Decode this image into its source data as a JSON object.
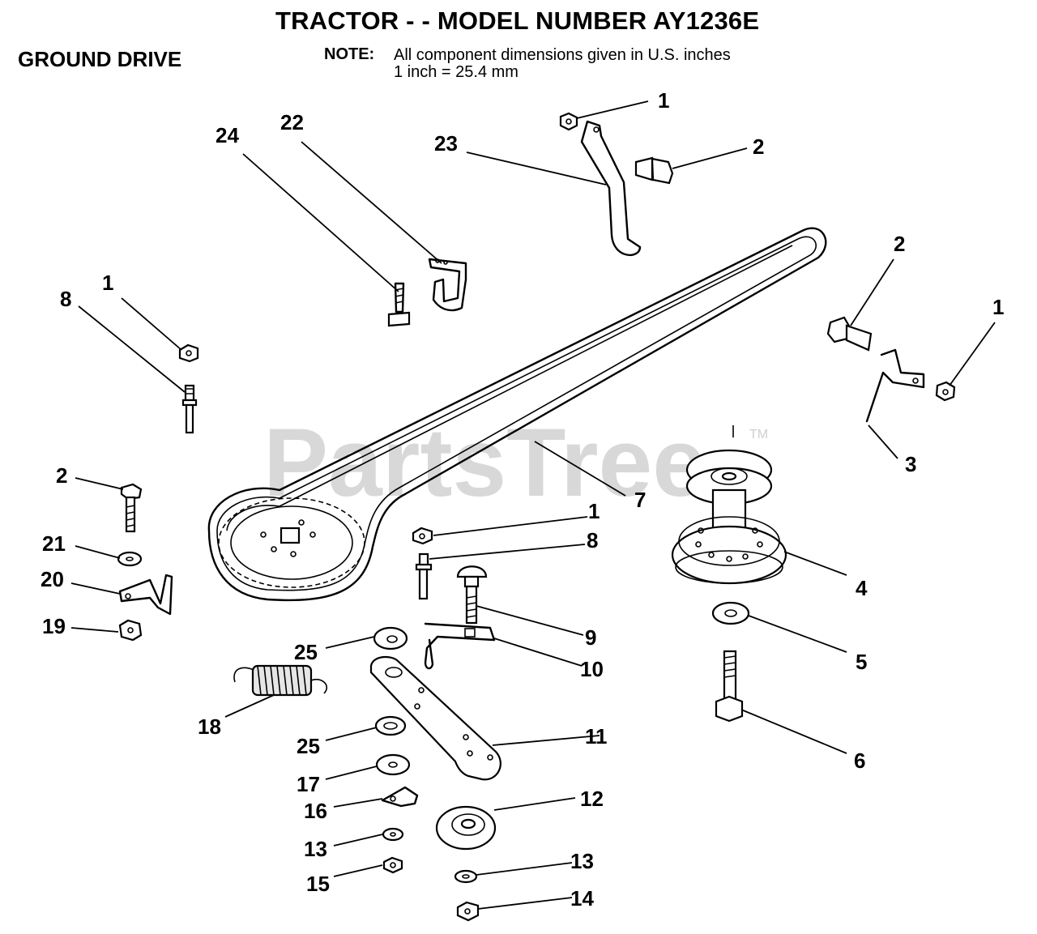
{
  "header": {
    "title": "TRACTOR - - MODEL NUMBER AY1236E",
    "section": "GROUND DRIVE",
    "note_label": "NOTE:",
    "note_line_1": "All component dimensions given in U.S. inches",
    "note_line_2": "1 inch = 25.4 mm"
  },
  "watermark": {
    "text": "PartsTree",
    "tm": "TM"
  },
  "callouts": [
    {
      "id": "c-1a",
      "label": "1"
    },
    {
      "id": "c-2a",
      "label": "2"
    },
    {
      "id": "c-23",
      "label": "23"
    },
    {
      "id": "c-22",
      "label": "22"
    },
    {
      "id": "c-24",
      "label": "24"
    },
    {
      "id": "c-2b",
      "label": "2"
    },
    {
      "id": "c-1b",
      "label": "1"
    },
    {
      "id": "c-1c",
      "label": "1"
    },
    {
      "id": "c-8a",
      "label": "8"
    },
    {
      "id": "c-3",
      "label": "3"
    },
    {
      "id": "c-7",
      "label": "7"
    },
    {
      "id": "c-2c",
      "label": "2"
    },
    {
      "id": "c-1d",
      "label": "1"
    },
    {
      "id": "c-8b",
      "label": "8"
    },
    {
      "id": "c-21",
      "label": "21"
    },
    {
      "id": "c-4",
      "label": "4"
    },
    {
      "id": "c-20",
      "label": "20"
    },
    {
      "id": "c-9",
      "label": "9"
    },
    {
      "id": "c-19",
      "label": "19"
    },
    {
      "id": "c-25a",
      "label": "25"
    },
    {
      "id": "c-10",
      "label": "10"
    },
    {
      "id": "c-5",
      "label": "5"
    },
    {
      "id": "c-18",
      "label": "18"
    },
    {
      "id": "c-11",
      "label": "11"
    },
    {
      "id": "c-6",
      "label": "6"
    },
    {
      "id": "c-25b",
      "label": "25"
    },
    {
      "id": "c-17",
      "label": "17"
    },
    {
      "id": "c-12",
      "label": "12"
    },
    {
      "id": "c-16",
      "label": "16"
    },
    {
      "id": "c-13a",
      "label": "13"
    },
    {
      "id": "c-13b",
      "label": "13"
    },
    {
      "id": "c-15",
      "label": "15"
    },
    {
      "id": "c-14",
      "label": "14"
    }
  ]
}
